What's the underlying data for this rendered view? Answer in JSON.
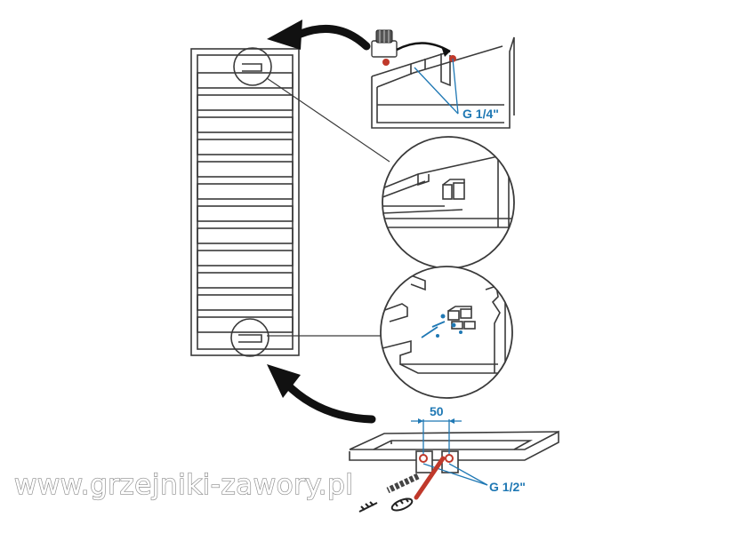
{
  "labels": {
    "thread_top": "G 1/4\"",
    "thread_bottom": "G 1/2\"",
    "spacing": "50"
  },
  "watermark": "www.grzejniki-zawory.pl",
  "colors": {
    "line": "#3a3a3a",
    "accent": "#1f78b4",
    "arrow": "#111111",
    "pipe": "#c0392b",
    "watermark_outline": "#8a8a8a"
  },
  "icons": [
    "curved-arrow-icon",
    "air-vent-icon",
    "wall-plug-icon",
    "screw-icon",
    "magnifier-circle-icon"
  ]
}
